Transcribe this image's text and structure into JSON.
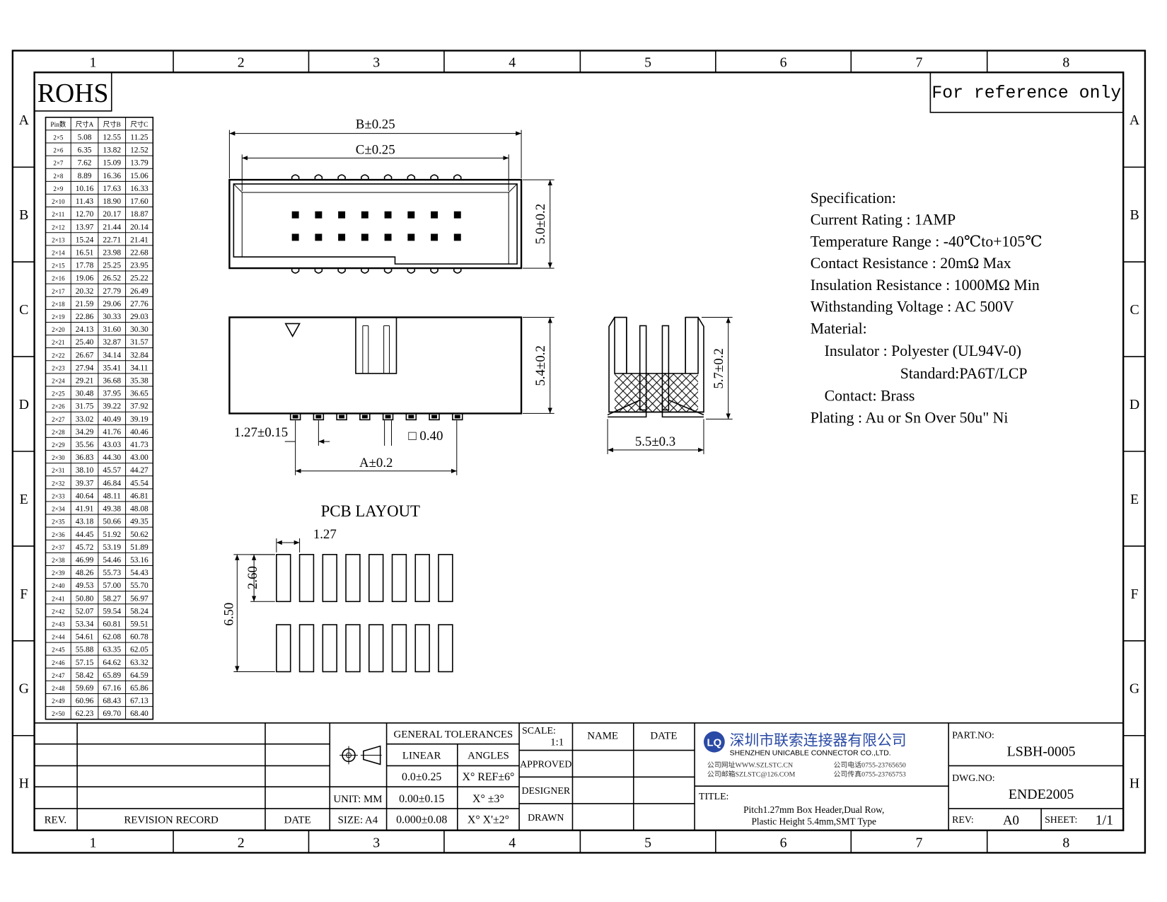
{
  "frame": {
    "col_labels": [
      "1",
      "2",
      "3",
      "4",
      "5",
      "6",
      "7",
      "8"
    ],
    "row_labels": [
      "A",
      "B",
      "C",
      "D",
      "E",
      "F",
      "G",
      "H"
    ]
  },
  "rohs": "ROHS",
  "reference_note": "For reference only",
  "dim_table": {
    "headers": [
      "Pin数",
      "尺寸A",
      "尺寸B",
      "尺寸C"
    ],
    "rows": [
      [
        "2×5",
        "5.08",
        "12.55",
        "11.25"
      ],
      [
        "2×6",
        "6.35",
        "13.82",
        "12.52"
      ],
      [
        "2×7",
        "7.62",
        "15.09",
        "13.79"
      ],
      [
        "2×8",
        "8.89",
        "16.36",
        "15.06"
      ],
      [
        "2×9",
        "10.16",
        "17.63",
        "16.33"
      ],
      [
        "2×10",
        "11.43",
        "18.90",
        "17.60"
      ],
      [
        "2×11",
        "12.70",
        "20.17",
        "18.87"
      ],
      [
        "2×12",
        "13.97",
        "21.44",
        "20.14"
      ],
      [
        "2×13",
        "15.24",
        "22.71",
        "21.41"
      ],
      [
        "2×14",
        "16.51",
        "23.98",
        "22.68"
      ],
      [
        "2×15",
        "17.78",
        "25.25",
        "23.95"
      ],
      [
        "2×16",
        "19.06",
        "26.52",
        "25.22"
      ],
      [
        "2×17",
        "20.32",
        "27.79",
        "26.49"
      ],
      [
        "2×18",
        "21.59",
        "29.06",
        "27.76"
      ],
      [
        "2×19",
        "22.86",
        "30.33",
        "29.03"
      ],
      [
        "2×20",
        "24.13",
        "31.60",
        "30.30"
      ],
      [
        "2×21",
        "25.40",
        "32.87",
        "31.57"
      ],
      [
        "2×22",
        "26.67",
        "34.14",
        "32.84"
      ],
      [
        "2×23",
        "27.94",
        "35.41",
        "34.11"
      ],
      [
        "2×24",
        "29.21",
        "36.68",
        "35.38"
      ],
      [
        "2×25",
        "30.48",
        "37.95",
        "36.65"
      ],
      [
        "2×26",
        "31.75",
        "39.22",
        "37.92"
      ],
      [
        "2×27",
        "33.02",
        "40.49",
        "39.19"
      ],
      [
        "2×28",
        "34.29",
        "41.76",
        "40.46"
      ],
      [
        "2×29",
        "35.56",
        "43.03",
        "41.73"
      ],
      [
        "2×30",
        "36.83",
        "44.30",
        "43.00"
      ],
      [
        "2×31",
        "38.10",
        "45.57",
        "44.27"
      ],
      [
        "2×32",
        "39.37",
        "46.84",
        "45.54"
      ],
      [
        "2×33",
        "40.64",
        "48.11",
        "46.81"
      ],
      [
        "2×34",
        "41.91",
        "49.38",
        "48.08"
      ],
      [
        "2×35",
        "43.18",
        "50.66",
        "49.35"
      ],
      [
        "2×36",
        "44.45",
        "51.92",
        "50.62"
      ],
      [
        "2×37",
        "45.72",
        "53.19",
        "51.89"
      ],
      [
        "2×38",
        "46.99",
        "54.46",
        "53.16"
      ],
      [
        "2×39",
        "48.26",
        "55.73",
        "54.43"
      ],
      [
        "2×40",
        "49.53",
        "57.00",
        "55.70"
      ],
      [
        "2×41",
        "50.80",
        "58.27",
        "56.97"
      ],
      [
        "2×42",
        "52.07",
        "59.54",
        "58.24"
      ],
      [
        "2×43",
        "53.34",
        "60.81",
        "59.51"
      ],
      [
        "2×44",
        "54.61",
        "62.08",
        "60.78"
      ],
      [
        "2×45",
        "55.88",
        "63.35",
        "62.05"
      ],
      [
        "2×46",
        "57.15",
        "64.62",
        "63.32"
      ],
      [
        "2×47",
        "58.42",
        "65.89",
        "64.59"
      ],
      [
        "2×48",
        "59.69",
        "67.16",
        "65.86"
      ],
      [
        "2×49",
        "60.96",
        "68.43",
        "67.13"
      ],
      [
        "2×50",
        "62.23",
        "69.70",
        "68.40"
      ]
    ]
  },
  "dims": {
    "b": "B±0.25",
    "c": "C±0.25",
    "h50": "5.0±0.2",
    "h54": "5.4±0.2",
    "pitch": "1.27±0.15",
    "pin": "□ 0.40",
    "a": "A±0.2",
    "h57": "5.7±0.2",
    "w55": "5.5±0.3"
  },
  "pcb": {
    "title": "PCB LAYOUT",
    "pitch": "1.27",
    "pad_len": "2.60",
    "total": "6.50"
  },
  "spec": {
    "lines": [
      "Specification:",
      "Current Rating : 1AMP",
      "Temperature Range : -40℃to+105℃",
      "Contact Resistance : 20mΩ Max",
      "Insulation Resistance : 1000MΩ Min",
      "Withstanding Voltage : AC 500V",
      "Material:",
      "Insulator : Polyester (UL94V-0)",
      "Standard:PA6T/LCP",
      "Contact: Brass",
      "Plating : Au or Sn Over 50u\" Ni"
    ]
  },
  "title_block": {
    "general_tolerances": "GENERAL TOLERANCES",
    "linear": "LINEAR",
    "angles": "ANGLES",
    "tol_rows": [
      [
        "0.0±0.25",
        "X° REF±6°"
      ],
      [
        "0.00±0.15",
        "X° ±3°"
      ],
      [
        "0.000±0.08",
        "X° X'±2°"
      ]
    ],
    "unit": "UNIT: MM",
    "size": "SIZE: A4",
    "scale_label": "SCALE:",
    "scale_value": "1:1",
    "name": "NAME",
    "date": "DATE",
    "approved": "APPROVED",
    "designer": "DESIGNER",
    "drawn": "DRAWN",
    "company_cn": "深圳市联索连接器有限公司",
    "company_en": "SHENZHEN UNICABLE CONNECTOR CO.,LTD.",
    "web": "公司网址WWW.SZLSTC.CN",
    "email": "公司邮箱SZLSTC@126.COM",
    "phone": "公司电话0755-23765650",
    "fax": "公司传真0755-23765753",
    "title_label": "TITLE:",
    "title_line1": "Pitch1.27mm Box Header,Dual Row,",
    "title_line2": "Plastic Height 5.4mm,SMT Type",
    "part_no_label": "PART.NO:",
    "part_no": "LSBH-0005",
    "dwg_no_label": "DWG.NO:",
    "dwg_no": "ENDE2005",
    "rev_label": "REV:",
    "rev": "A0",
    "sheet_label": "SHEET:",
    "sheet": "1/1",
    "rev_col": "REV.",
    "revision_record": "REVISION RECORD",
    "rev_date": "DATE"
  },
  "logo_text": "LQ"
}
